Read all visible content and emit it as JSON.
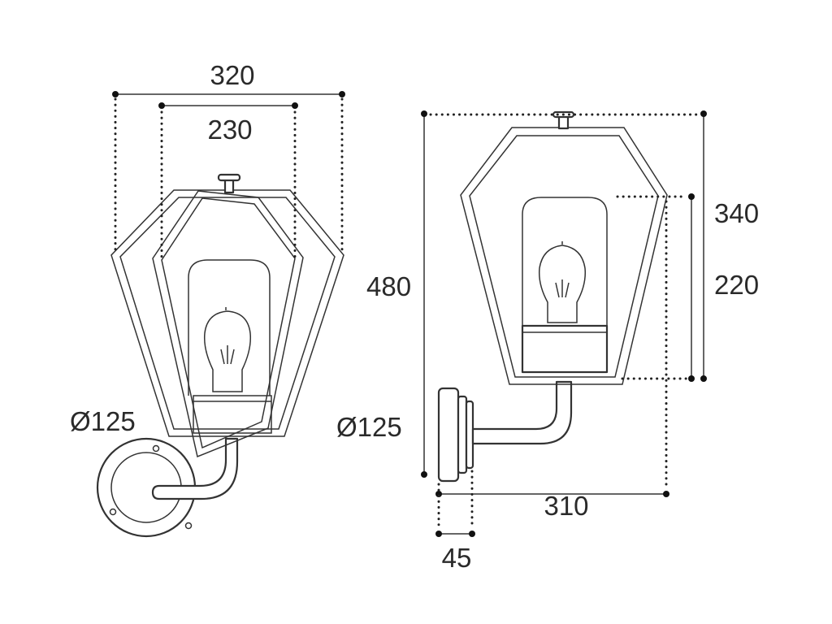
{
  "front_view": {
    "width_outer": "320",
    "width_inner": "230",
    "base_diameter": "Ø125"
  },
  "side_view": {
    "height_total": "480",
    "height_upper": "340",
    "height_glass": "220",
    "base_diameter": "Ø125",
    "projection": "310",
    "base_depth": "45"
  },
  "colors": {
    "line": "#333333",
    "dimension": "#222222",
    "background": "#ffffff"
  }
}
